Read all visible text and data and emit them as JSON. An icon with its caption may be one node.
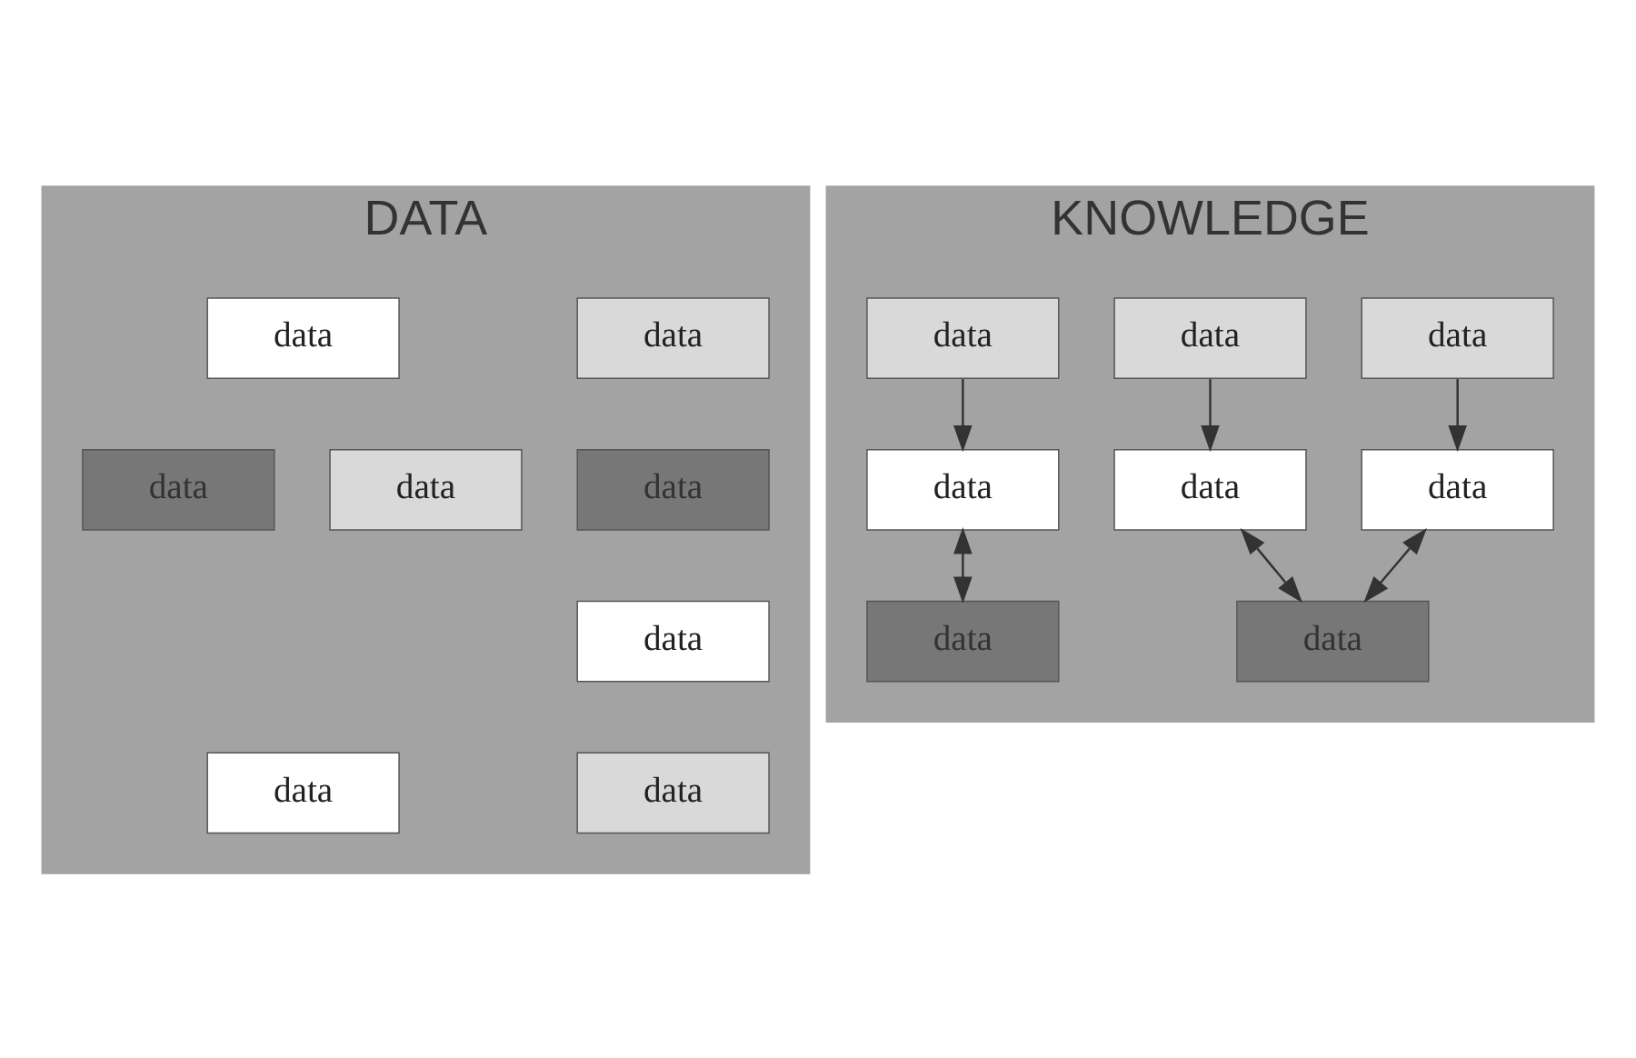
{
  "diagram": {
    "nodes": [
      {
        "text": [
          "DATA"
        ]
      },
      {
        "text": [
          "data"
        ],
        "in": 0
      },
      {
        "text": [
          "data"
        ],
        "in": 0
      },
      {
        "text": [
          "data"
        ],
        "in": 0
      },
      {
        "text": [
          "data"
        ],
        "in": 0
      },
      {
        "text": [
          "data"
        ],
        "in": 0
      },
      {
        "text": [
          "data"
        ],
        "in": 0
      },
      {
        "text": [
          "data"
        ],
        "in": 0
      },
      {
        "text": [
          "data"
        ],
        "in": 0
      },
      {
        "text": [
          "KNOWLEDGE"
        ]
      },
      {
        "text": [
          "data"
        ],
        "in": 9
      },
      {
        "text": [
          "data"
        ],
        "in": 9
      },
      {
        "text": [
          "data"
        ],
        "in": 9
      },
      {
        "text": [
          "data"
        ],
        "in": 9
      },
      {
        "text": [
          "data"
        ],
        "in": 9
      },
      {
        "text": [
          "data"
        ],
        "in": 9
      },
      {
        "text": [
          "data"
        ],
        "in": 9
      },
      {
        "text": [
          "data"
        ],
        "in": 9
      }
    ],
    "edges": [
      {
        "from": 10,
        "to": 13,
        "arrow": "to"
      },
      {
        "from": 11,
        "to": 14,
        "arrow": "to"
      },
      {
        "from": 12,
        "to": 15,
        "arrow": "to"
      },
      {
        "from": 13,
        "to": 16,
        "arrow": "both"
      },
      {
        "from": 14,
        "to": 16,
        "arrow": "both"
      },
      {
        "from": 15,
        "to": 17,
        "arrow": "both"
      }
    ]
  }
}
